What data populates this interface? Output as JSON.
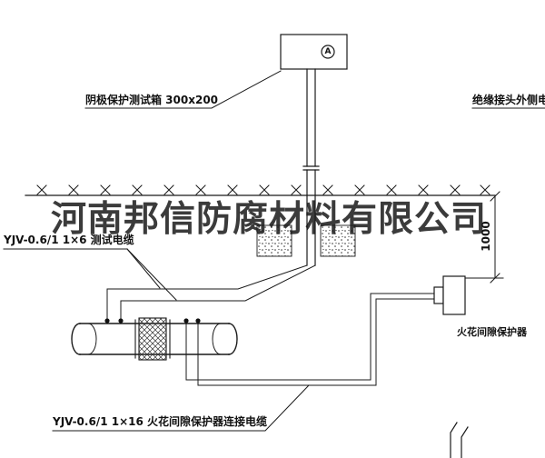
{
  "watermark": "河南邦信防腐材料有限公司",
  "test_box": {
    "label": "阴极保护测试箱 300x200",
    "letter": "A"
  },
  "labels": {
    "insulated_joint_cable": "绝缘接头外侧电缆",
    "test_cable": "YJV-0.6/1 1×6  测试电缆",
    "spark_gap": "火花间隙保护器",
    "spark_gap_cable": "YJV-0.6/1 1×16  火花间隙保护器连接电缆",
    "dimension": "1000"
  },
  "colors": {
    "line": "#1a1a1a",
    "background": "#ffffff",
    "watermark": "#191919"
  }
}
